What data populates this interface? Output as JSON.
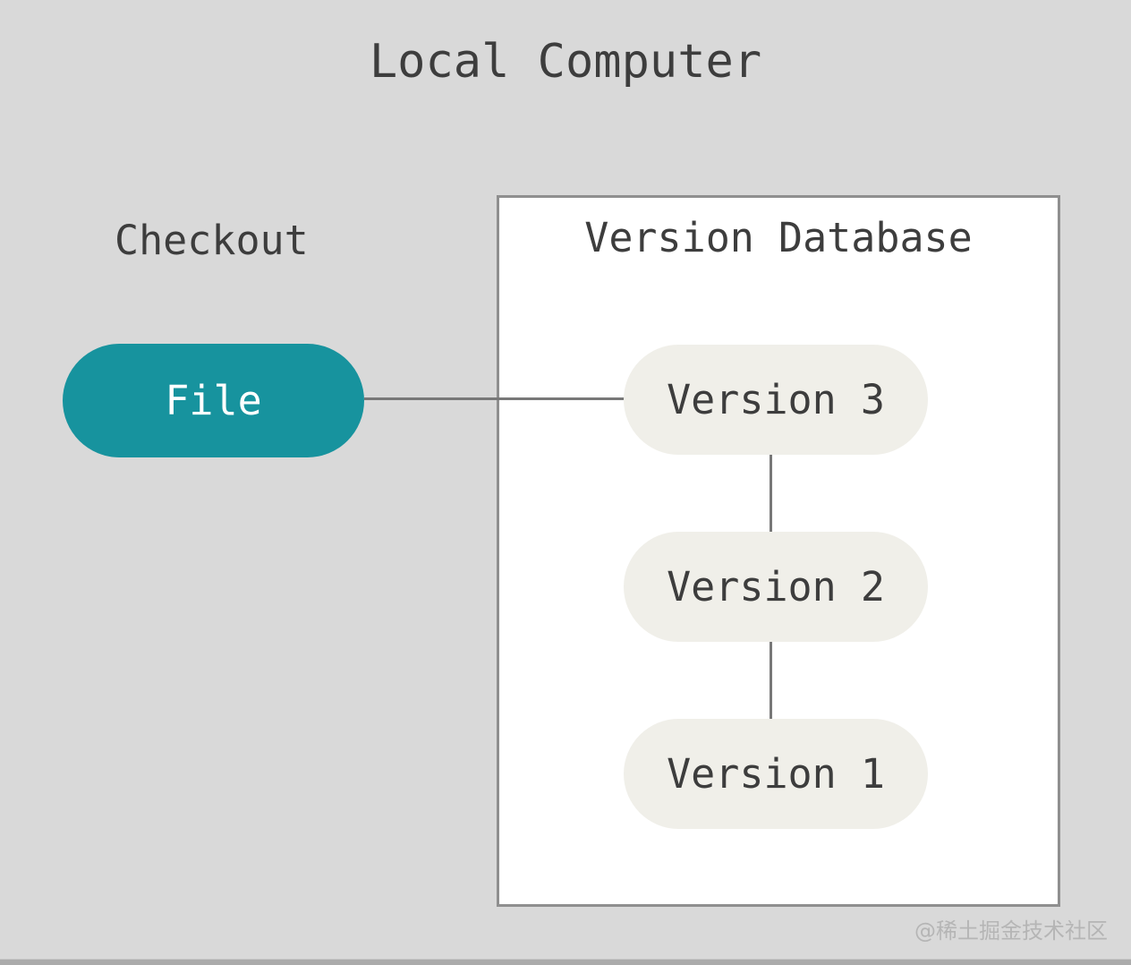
{
  "title": "Local Computer",
  "checkout": {
    "label": "Checkout"
  },
  "file_node": {
    "label": "File"
  },
  "version_database": {
    "title": "Version Database",
    "versions": [
      {
        "label": "Version 3"
      },
      {
        "label": "Version 2"
      },
      {
        "label": "Version 1"
      }
    ]
  },
  "watermark": "@稀土掘金技术社区",
  "colors": {
    "page-bg": "#d9d9d9",
    "ink": "#3d3d3d",
    "teal": "#17939e",
    "box-bg": "#ffffff",
    "box-border": "#8f8f8f",
    "node-bg": "#f0efe9",
    "line": "#787878",
    "watermark": "#b5b5b5",
    "strip": "#ababab"
  }
}
